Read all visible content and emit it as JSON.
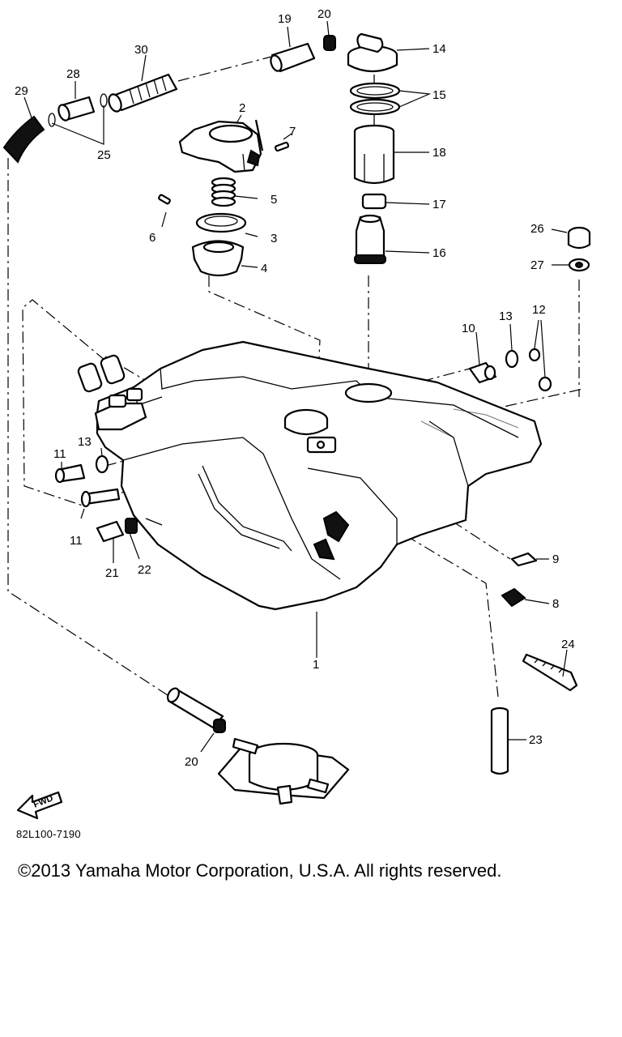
{
  "diagram": {
    "callouts": [
      "1",
      "2",
      "3",
      "4",
      "5",
      "6",
      "7",
      "8",
      "9",
      "10",
      "11",
      "11",
      "12",
      "13",
      "13",
      "14",
      "15",
      "16",
      "17",
      "18",
      "19",
      "20",
      "20",
      "21",
      "22",
      "23",
      "24",
      "25",
      "26",
      "27",
      "28",
      "29",
      "30"
    ],
    "fwd_label": "FWD",
    "drawing_code": "82L100-7190"
  },
  "footer": {
    "copyright": "©2013 Yamaha Motor Corporation, U.S.A. All rights reserved."
  }
}
